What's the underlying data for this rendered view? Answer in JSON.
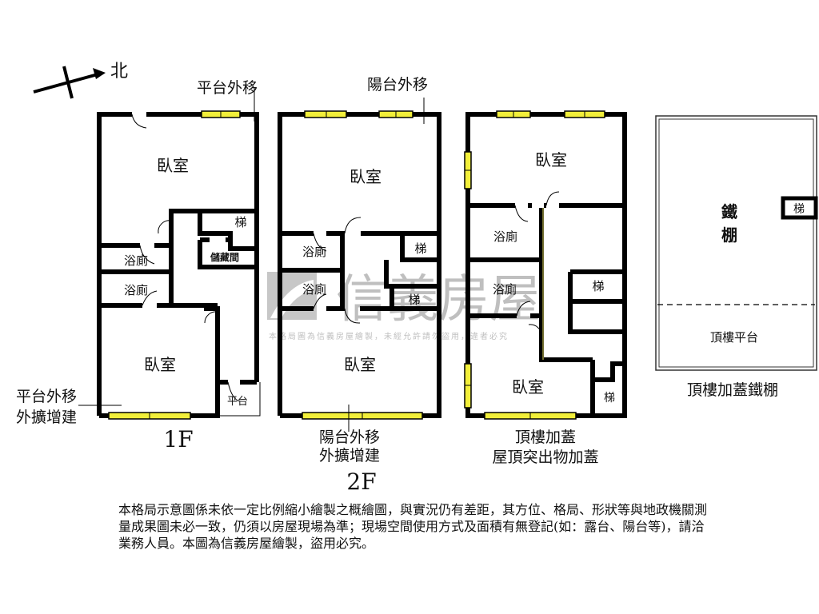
{
  "compass": {
    "label": "北"
  },
  "floors": [
    {
      "id": "1F",
      "label": "1F",
      "top_annotation": "平台外移",
      "side_annotation": [
        "平台外移",
        "外擴增建"
      ],
      "rooms": {
        "bedroom_top": "臥室",
        "bath_1": "浴廁",
        "bath_2": "浴廁",
        "stairs": "梯",
        "storage": "儲藏間",
        "bedroom_bottom": "臥室",
        "platform": "平台"
      }
    },
    {
      "id": "2F",
      "label": "2F",
      "top_annotation": "陽台外移",
      "bottom_annotation": [
        "陽台外移",
        "外擴增建"
      ],
      "rooms": {
        "bedroom_top": "臥室",
        "bath_1": "浴廁",
        "bath_2": "浴廁",
        "stairs_1": "梯",
        "stairs_2": "梯",
        "bedroom_bottom": "臥室"
      }
    },
    {
      "id": "rooftop",
      "caption": [
        "頂樓加蓋",
        "屋頂突出物加蓋"
      ],
      "rooms": {
        "bedroom_top": "臥室",
        "bath_1": "浴廁",
        "bath_2": "浴廁",
        "stairs_1": "梯",
        "bedroom_bottom": "臥室",
        "stairs_2": "梯"
      }
    },
    {
      "id": "roof-shed",
      "caption": "頂樓加蓋鐵棚",
      "rooms": {
        "iron_shed_1": "鐵",
        "iron_shed_2": "棚",
        "stairs": "梯",
        "roof_platform": "頂樓平台"
      }
    }
  ],
  "watermark": {
    "brand": "信義房屋",
    "notice": "本格局圖為信義房屋繪製，未經允許請勿盜用，違者必究"
  },
  "disclaimer": "本格局示意圖係未依一定比例縮小繪製之概繪圖，與實況仍有差距，其方位、格局、形狀等與地政機關測量成果圖未必一致，仍須以房屋現場為準；現場空間使用方式及面積有無登記(如：露台、陽台等)，請洽業務人員。本圖為信義房屋繪製，盜用必究。",
  "colors": {
    "wall": "#000000",
    "window": "#f2ef3a",
    "watermark": "#9a9a9a"
  }
}
